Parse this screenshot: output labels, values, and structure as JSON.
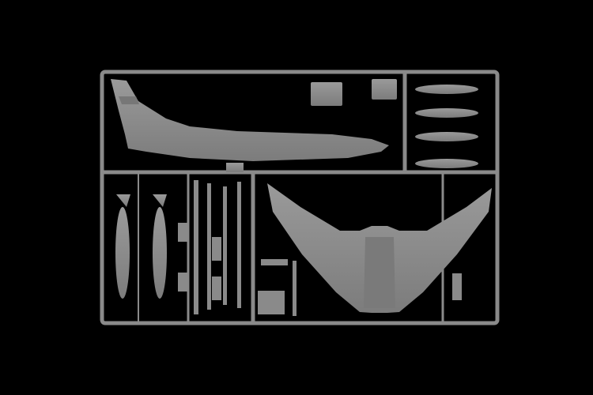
{
  "scene": {
    "background_color": "#000000",
    "part_color": "#8c8c8c",
    "subject": "model-kit-sprue",
    "parts": [
      "fuselage-half",
      "wing",
      "drop-tanks",
      "bombs",
      "small-parts"
    ]
  }
}
